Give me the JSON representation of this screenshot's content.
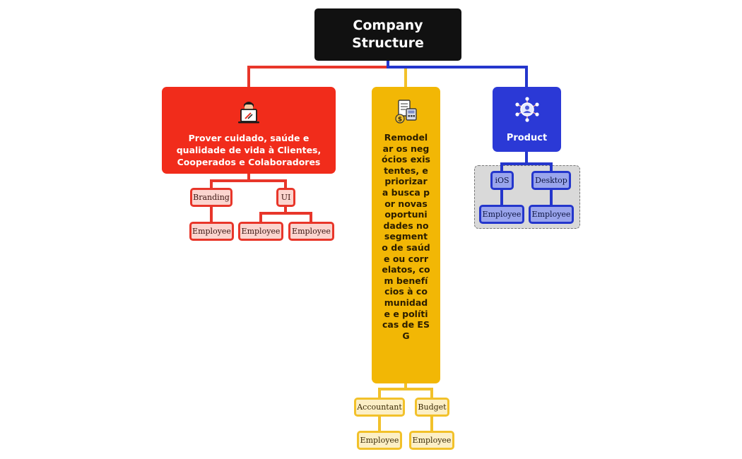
{
  "root": {
    "title": "Company Structure"
  },
  "branches": [
    {
      "icon": "person-laptop-icon",
      "label": "Prover cuidado, saúde e qualidade de vida à Clientes, Cooperados e Colaboradores",
      "color": "#f12c1b",
      "children": [
        {
          "label": "Branding",
          "children": [
            {
              "label": "Employee"
            }
          ]
        },
        {
          "label": "UI",
          "children": [
            {
              "label": "Employee"
            },
            {
              "label": "Employee"
            }
          ]
        }
      ]
    },
    {
      "icon": "invoice-calculator-icon",
      "label": "Remodelar os negócios existentes, e priorizar a busca por novas oportunidades no segmento de saúde ou correlatos, com benefícios à comunidade e políticas de ESG",
      "color": "#f2b705",
      "children": [
        {
          "label": "Accountant",
          "children": [
            {
              "label": "Employee"
            }
          ]
        },
        {
          "label": "Budget",
          "children": [
            {
              "label": "Employee"
            }
          ]
        }
      ]
    },
    {
      "icon": "network-hub-icon",
      "label": "Product",
      "color": "#2b39d6",
      "children": [
        {
          "label": "iOS",
          "children": [
            {
              "label": "Employee"
            }
          ]
        },
        {
          "label": "Desktop",
          "children": [
            {
              "label": "Employee"
            }
          ]
        }
      ]
    }
  ]
}
